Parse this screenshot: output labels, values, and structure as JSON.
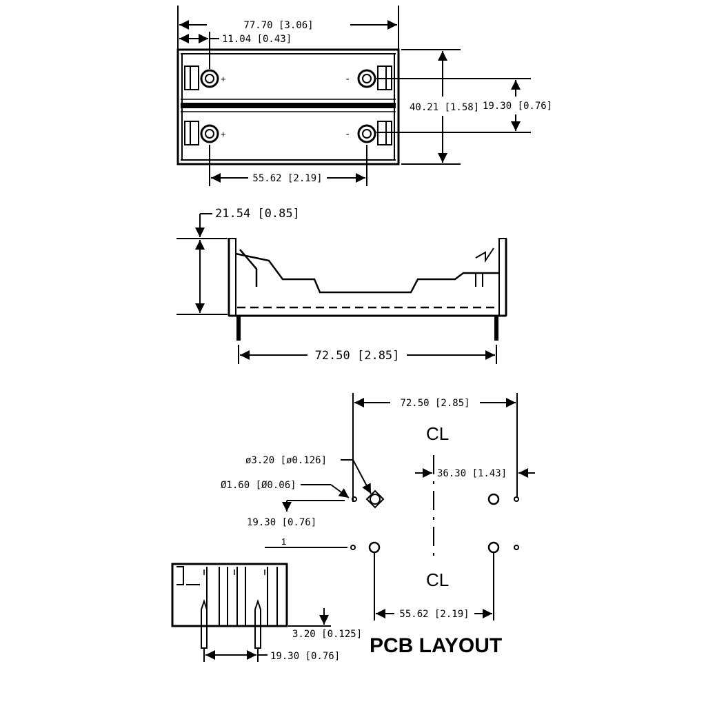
{
  "top_view": {
    "overall_width": "77.70 [3.06]",
    "terminal_offset": "11.04 [0.43]",
    "overall_height": "40.21 [1.58]",
    "cell_pitch": "19.30 [0.76]",
    "terminal_spacing": "55.62 [2.19]",
    "plus_label": "+",
    "minus_label": "-"
  },
  "side_view": {
    "height": "21.54 [0.85]",
    "pin_spacing": "72.50 [2.85]"
  },
  "pcb_layout": {
    "title": "PCB LAYOUT",
    "mount_spacing": "72.50 [2.85]",
    "mount_hole_dia": "ø3.20 [ø0.126]",
    "pin_hole_dia": "Ø1.60 [Ø0.06]",
    "row_pitch": "19.30 [0.76]",
    "center_offset": "36.30 [1.43]",
    "pad_spacing": "55.62 [2.19]",
    "pin1_label": "1",
    "centerline_symbol": "CL"
  },
  "end_view": {
    "pin_length": "3.20 [0.125]",
    "pin_spacing": "19.30 [0.76]"
  }
}
